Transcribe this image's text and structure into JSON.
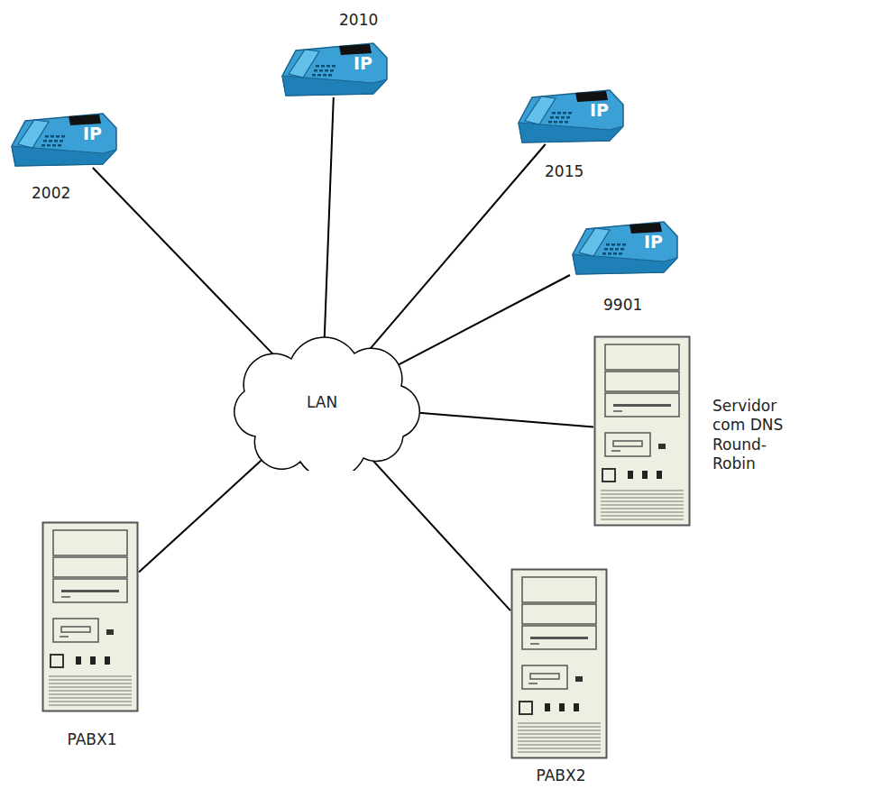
{
  "diagram": {
    "nodes": [
      {
        "text": [
          "2002",
          "IP"
        ]
      },
      {
        "text": [
          "2010",
          "IP"
        ]
      },
      {
        "text": [
          "2015",
          "IP"
        ]
      },
      {
        "text": [
          "9901",
          "IP"
        ]
      },
      {
        "text": [
          "LAN"
        ]
      },
      {
        "text": [
          "Servidor com DNS Round-Robin"
        ]
      },
      {
        "text": [
          "PABX1"
        ]
      },
      {
        "text": [
          "PABX2"
        ]
      }
    ],
    "edges": [
      {
        "from": 0,
        "to": 4,
        "arrow": "none"
      },
      {
        "from": 1,
        "to": 4,
        "arrow": "none"
      },
      {
        "from": 2,
        "to": 4,
        "arrow": "none"
      },
      {
        "from": 3,
        "to": 4,
        "arrow": "none"
      },
      {
        "from": 5,
        "to": 4,
        "arrow": "none"
      },
      {
        "from": 6,
        "to": 4,
        "arrow": "none"
      },
      {
        "from": 7,
        "to": 4,
        "arrow": "none"
      }
    ]
  }
}
